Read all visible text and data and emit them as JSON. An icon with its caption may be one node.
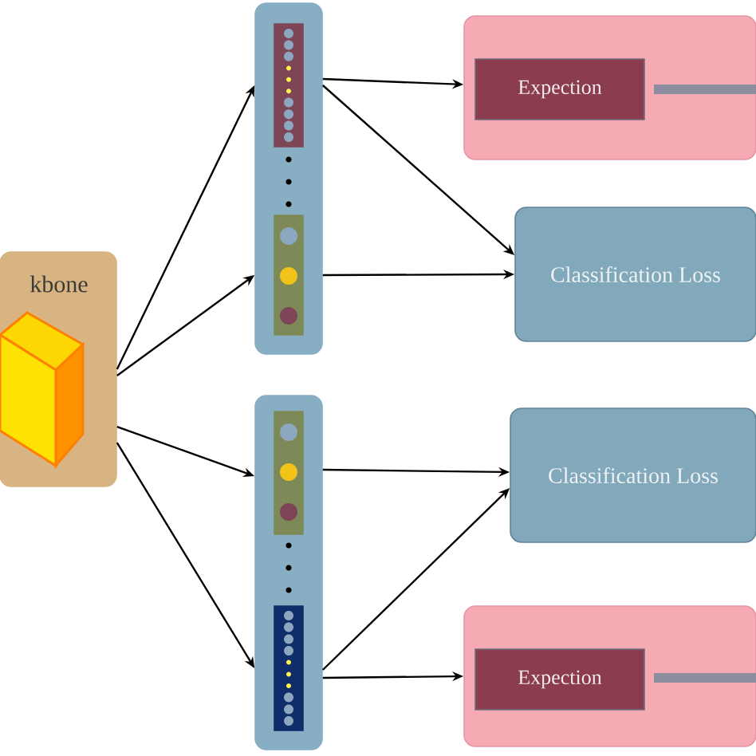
{
  "diagram": {
    "nodes": [
      {
        "text": [
          "kbone"
        ]
      },
      {
        "text": [],
        "shape": "box"
      },
      {
        "text": [],
        "shape": "bar",
        "in": 1
      },
      {
        "text": [],
        "shape": "bar",
        "in": 1
      },
      {
        "text": [],
        "shape": "box"
      },
      {
        "text": [
          "Expection"
        ],
        "in": 4
      },
      {
        "text": [
          "Classification Loss"
        ]
      },
      {
        "text": [],
        "shape": "box"
      },
      {
        "text": [],
        "shape": "bar",
        "in": 7
      },
      {
        "text": [],
        "shape": "bar",
        "in": 7
      },
      {
        "text": [
          "Classification Loss"
        ]
      },
      {
        "text": [],
        "shape": "box"
      },
      {
        "text": [
          "Expection"
        ],
        "in": 11
      }
    ],
    "edges": [
      {
        "from": 0,
        "to": 2,
        "arrow": "to"
      },
      {
        "from": 0,
        "to": 3,
        "arrow": "to"
      },
      {
        "from": 0,
        "to": 8,
        "arrow": "to"
      },
      {
        "from": 0,
        "to": 9,
        "arrow": "to"
      },
      {
        "from": 2,
        "to": 4,
        "arrow": "to"
      },
      {
        "from": 2,
        "to": 6,
        "arrow": "to"
      },
      {
        "from": 3,
        "to": 6,
        "arrow": "to"
      },
      {
        "from": 8,
        "to": 10,
        "arrow": "to"
      },
      {
        "from": 9,
        "to": 10,
        "arrow": "to"
      },
      {
        "from": 9,
        "to": 11,
        "arrow": "to"
      }
    ]
  }
}
